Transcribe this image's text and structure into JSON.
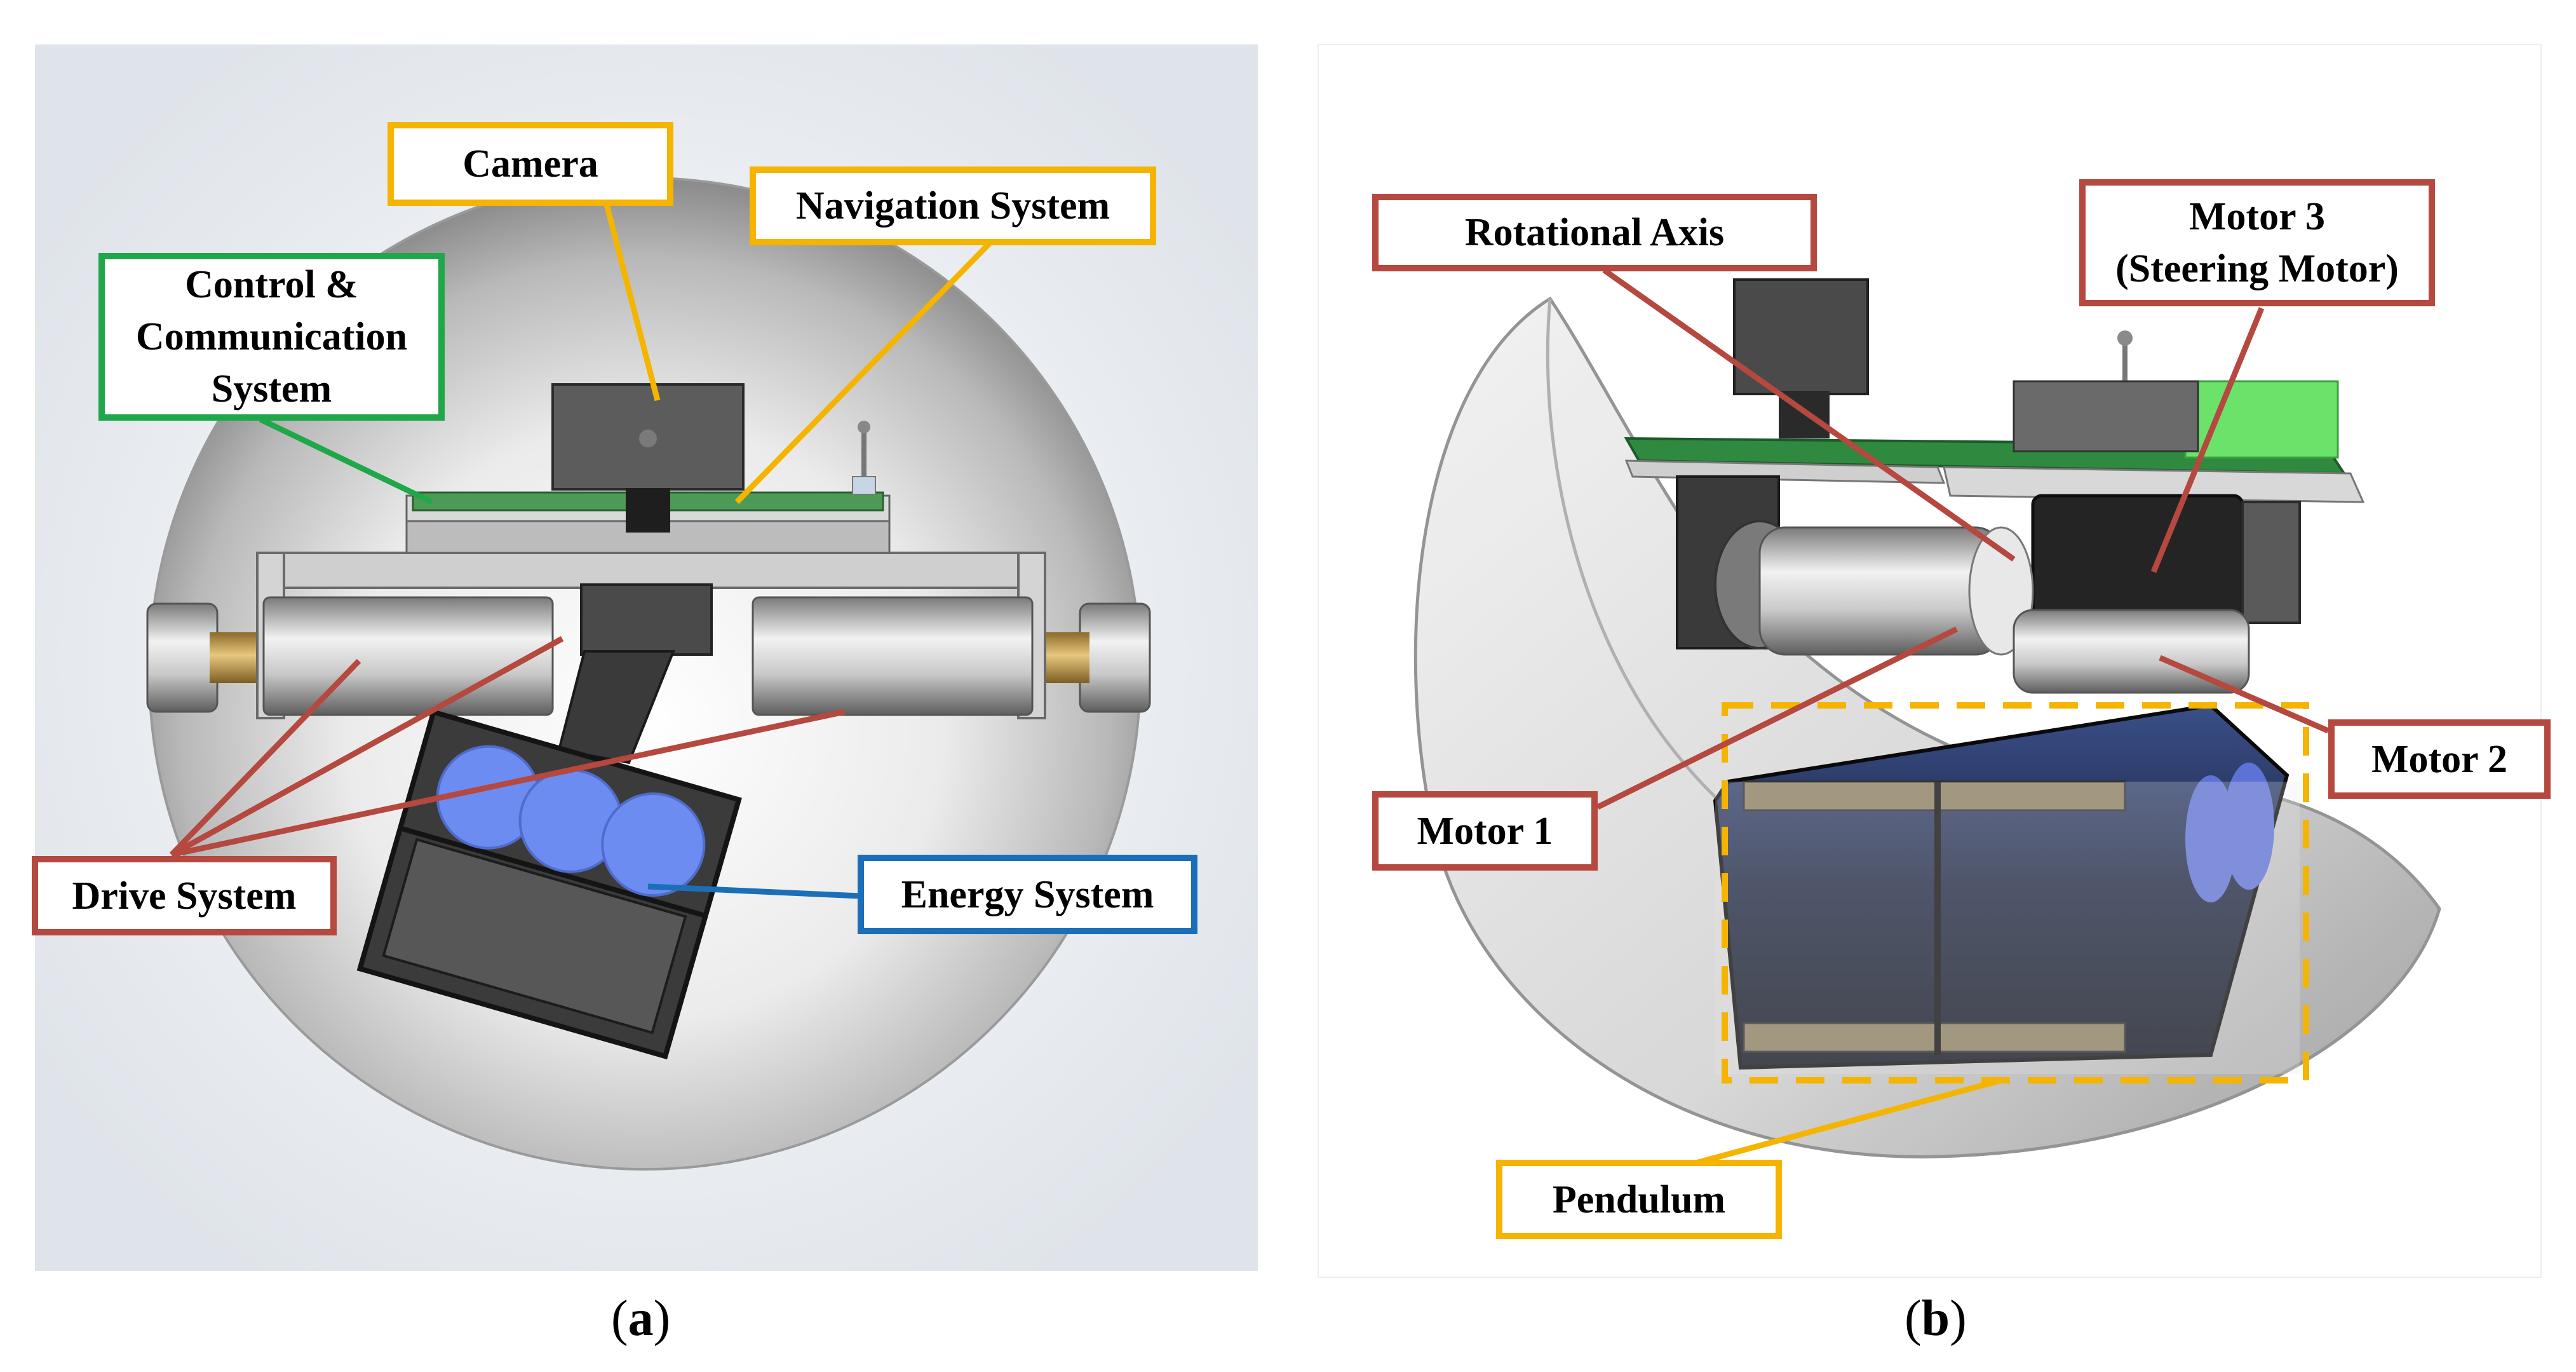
{
  "figure": {
    "panel_a": {
      "caption_letter": "a",
      "labels": {
        "camera": "Camera",
        "navigation": "Navigation System",
        "control": "Control &\nCommunication\nSystem",
        "drive": "Drive System",
        "energy": "Energy System"
      }
    },
    "panel_b": {
      "caption_letter": "b",
      "labels": {
        "rotational_axis": "Rotational Axis",
        "motor3": "Motor 3\n(Steering Motor)",
        "motor1": "Motor 1",
        "motor2": "Motor 2",
        "pendulum": "Pendulum"
      }
    }
  },
  "colors": {
    "yellow": "#F4B400",
    "green": "#1FA74A",
    "red": "#B5483F",
    "blue": "#1B6FB8",
    "pcb_green": "#4C9A56",
    "bright_green": "#6BE36B",
    "battery_blue": "#6D8CF2",
    "brass": "#C7A255"
  }
}
